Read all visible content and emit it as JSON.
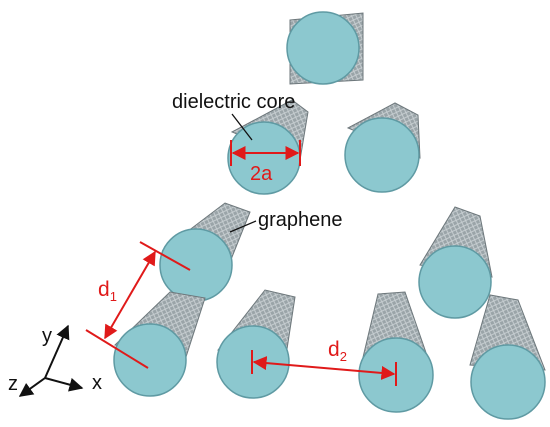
{
  "labels": {
    "core": "dielectric core",
    "graphene": "graphene",
    "radius": "2a",
    "d1_main": "d",
    "d1_sub": "1",
    "d2_main": "d",
    "d2_sub": "2",
    "axis_x": "x",
    "axis_y": "y",
    "axis_z": "z"
  },
  "colors": {
    "core": "#8cc8cf",
    "core_edge": "#5f9aa3",
    "shell": "#9aa4a8",
    "shell_edge": "#6d777b",
    "mesh": "#c9d0d3",
    "dimension": "#e01a1a",
    "text": "#111111"
  }
}
